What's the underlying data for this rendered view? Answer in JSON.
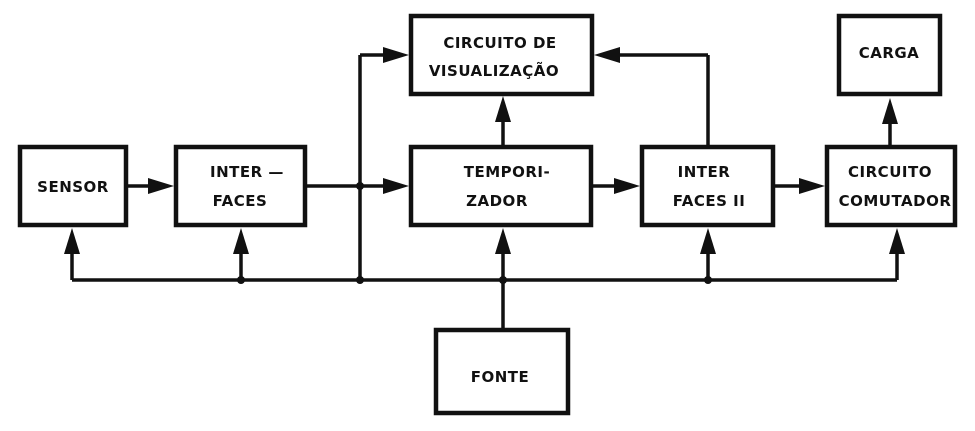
{
  "blocks": {
    "sensor": [
      "SENSOR"
    ],
    "interfaces": [
      "INTER —",
      "FACES"
    ],
    "visualizacao": [
      "CIRCUITO   DE",
      "VISUALIZAÇÃO"
    ],
    "temporizador": [
      "TEMPORI-",
      "ZADOR"
    ],
    "interfaces2": [
      "INTER",
      "FACES  II"
    ],
    "carga": [
      "CARGA"
    ],
    "comutador": [
      "CIRCUITO",
      "COMUTADOR"
    ],
    "fonte": [
      "FONTE"
    ]
  }
}
